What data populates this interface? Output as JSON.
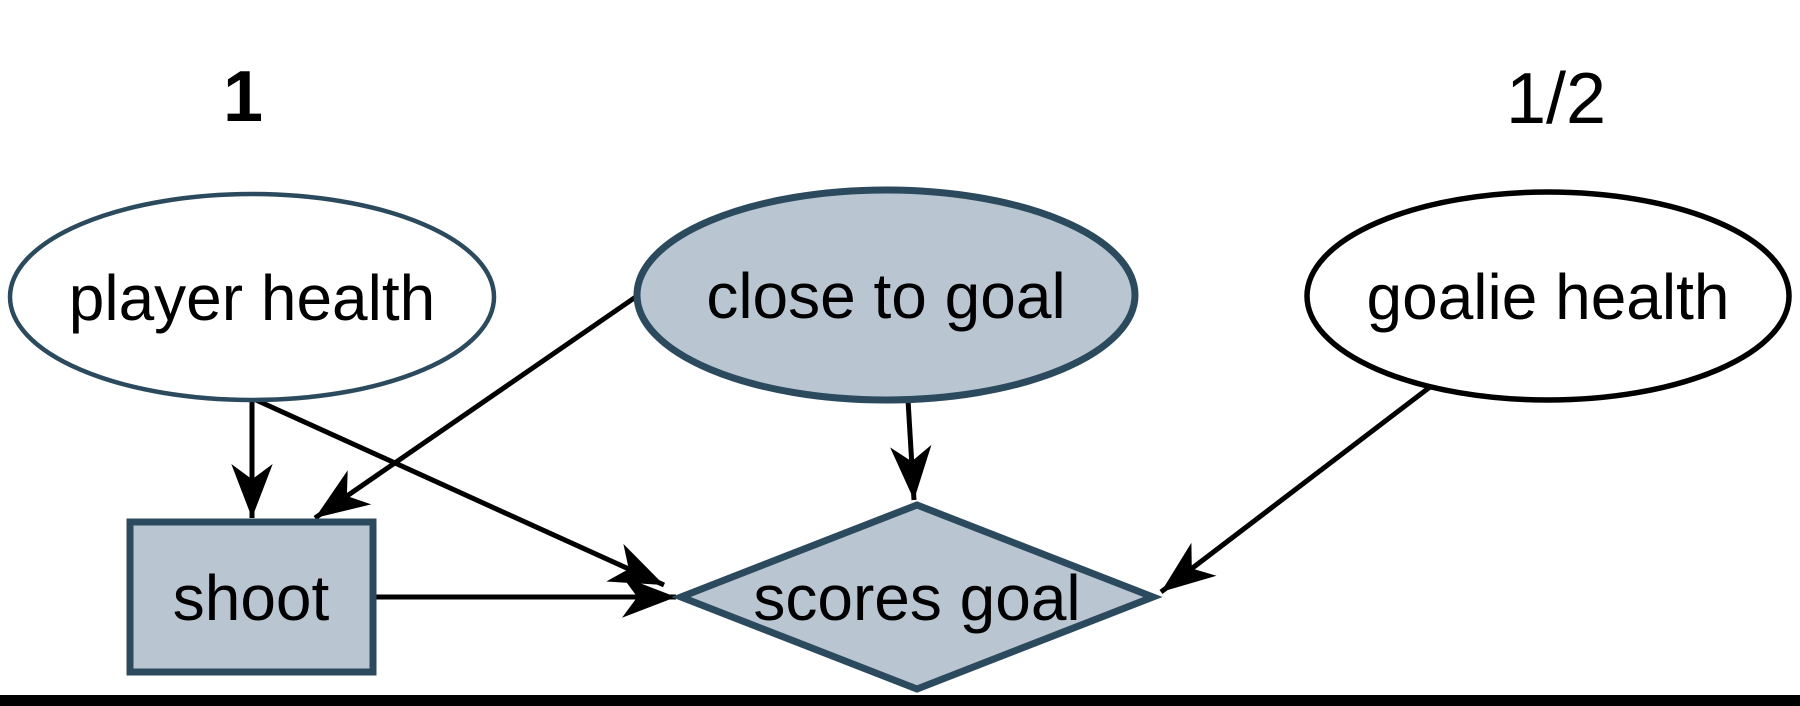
{
  "diagram": {
    "probability_labels": {
      "player": "1",
      "goalie": "1/2"
    },
    "nodes": {
      "player_health": {
        "label": "player health",
        "shape": "ellipse",
        "highlighted": false
      },
      "close_to_goal": {
        "label": "close to goal",
        "shape": "ellipse",
        "highlighted": true
      },
      "goalie_health": {
        "label": "goalie health",
        "shape": "ellipse",
        "highlighted": false
      },
      "shoot": {
        "label": "shoot",
        "shape": "rectangle",
        "highlighted": true
      },
      "scores_goal": {
        "label": "scores goal",
        "shape": "diamond",
        "highlighted": true
      }
    },
    "edges": [
      {
        "from": "player health",
        "to": "shoot"
      },
      {
        "from": "player health",
        "to": "scores goal"
      },
      {
        "from": "close to goal",
        "to": "shoot"
      },
      {
        "from": "close to goal",
        "to": "scores goal"
      },
      {
        "from": "shoot",
        "to": "scores goal"
      },
      {
        "from": "goalie health",
        "to": "scores goal"
      }
    ],
    "colors": {
      "highlight_fill": "#b9c6d1",
      "highlight_border": "#2c4a5e",
      "plain_border": "#000000",
      "edge": "#000000"
    }
  }
}
